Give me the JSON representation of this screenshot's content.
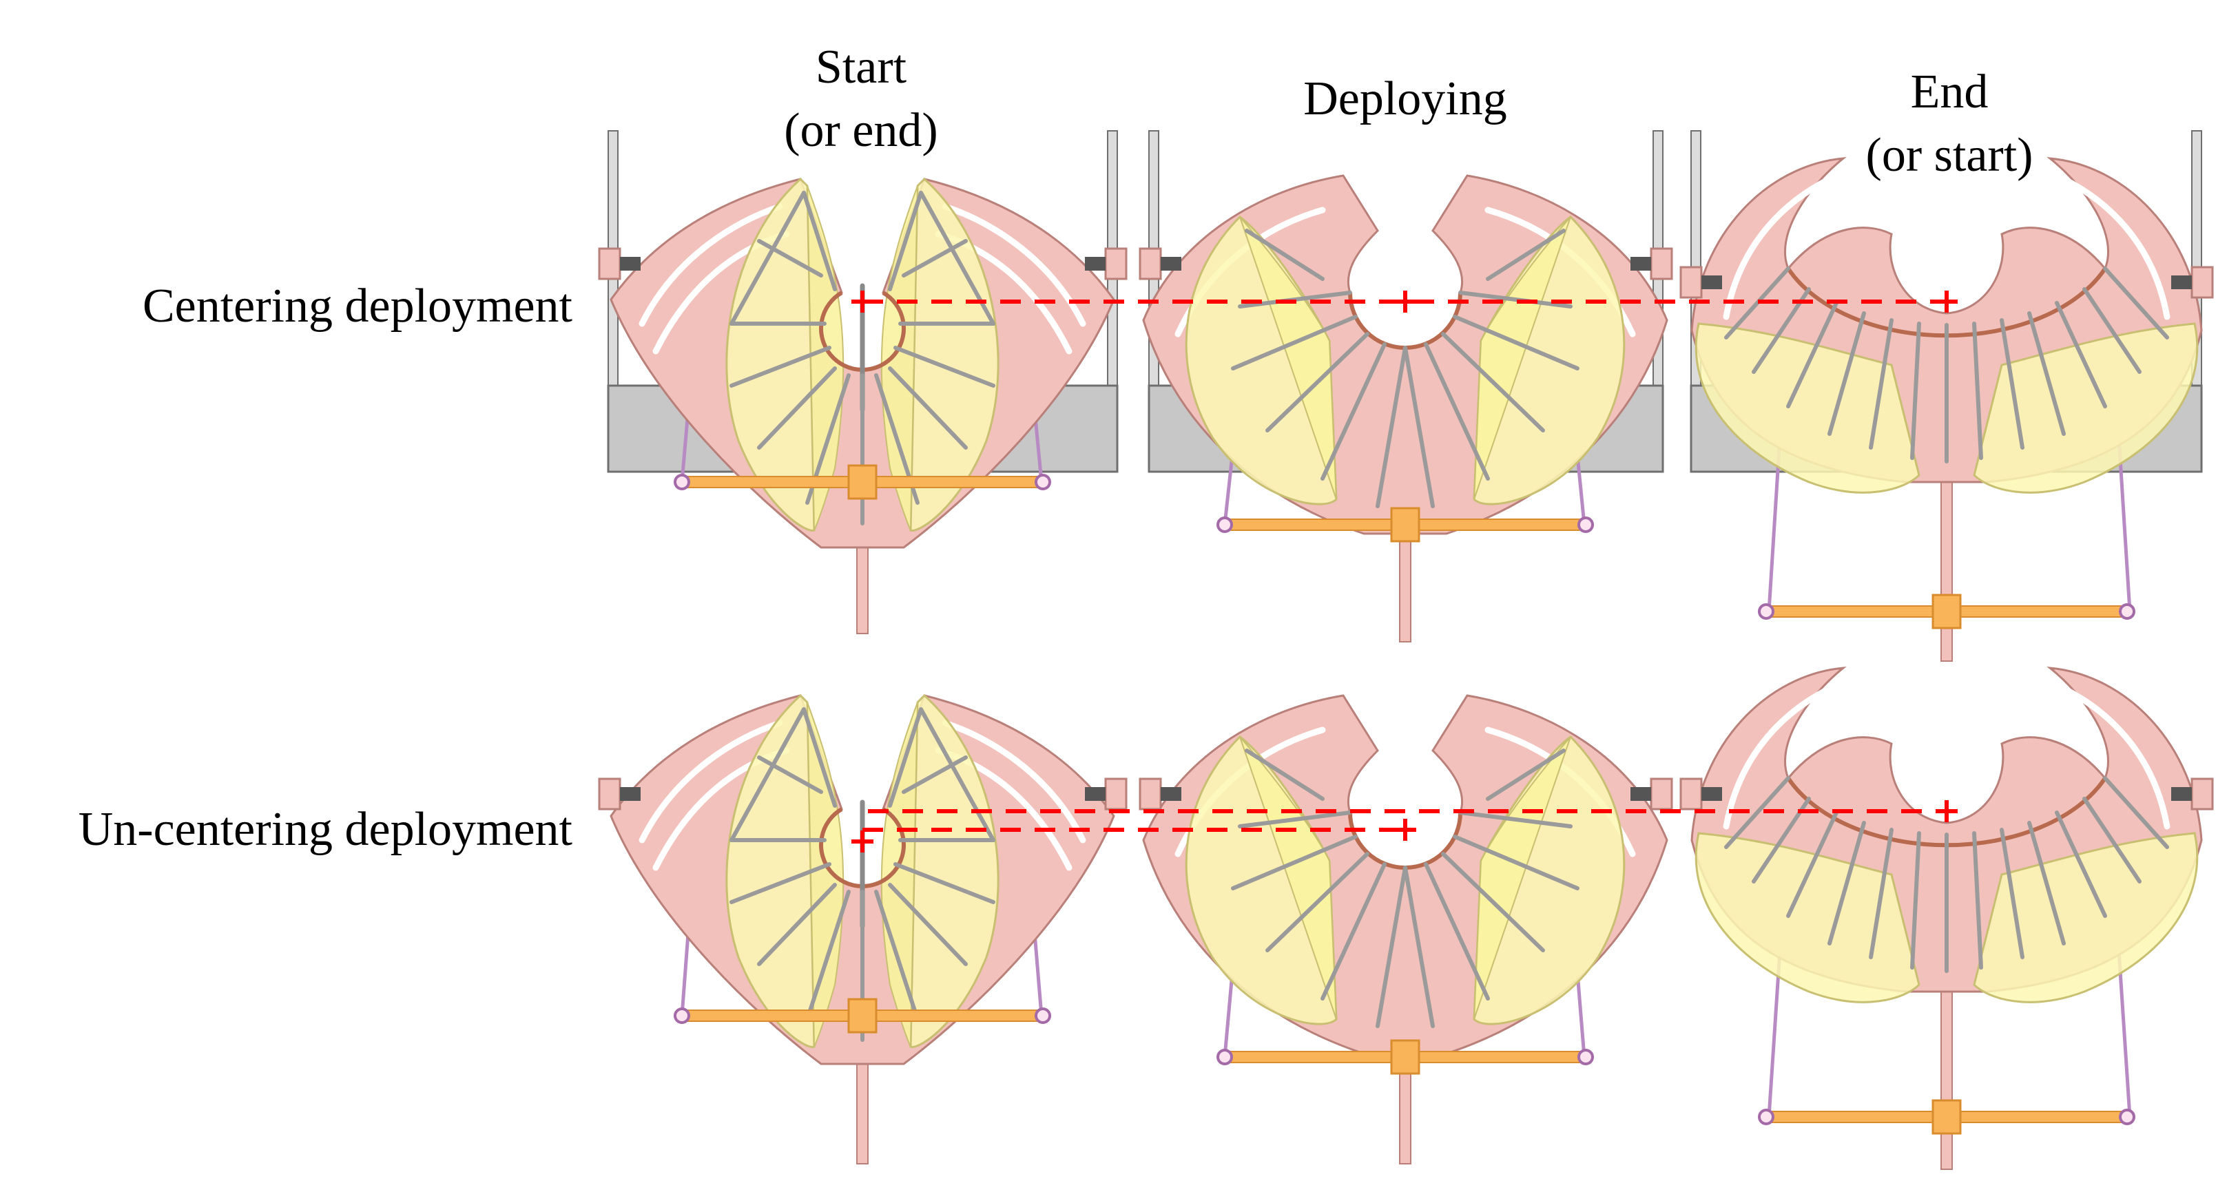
{
  "columns": [
    {
      "id": "start",
      "lines": [
        "Start",
        "(or end)"
      ]
    },
    {
      "id": "deploying",
      "lines": [
        "Deploying"
      ]
    },
    {
      "id": "end",
      "lines": [
        "End",
        "(or start)"
      ]
    }
  ],
  "rows": [
    {
      "id": "centering",
      "label": "Centering deployment"
    },
    {
      "id": "uncentering",
      "label": "Un-centering deployment"
    }
  ],
  "colors": {
    "body": "#f2c1bb",
    "body_stroke": "#b97f79",
    "leaf": "#fbf7b3",
    "leaf_stroke": "#c8bf71",
    "bar": "#f9b45a",
    "bar_stroke": "#d98c2d",
    "tank_fill": "#c7c7c7",
    "tank_stroke": "#6f6f6f",
    "cable": "#b88ac4",
    "center_line": "#ff0000",
    "ring": "#b86a4e"
  }
}
